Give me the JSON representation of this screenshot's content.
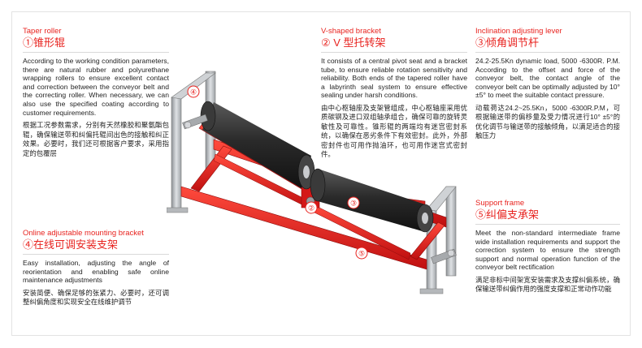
{
  "sections": {
    "taper": {
      "title_en": "Taper roller",
      "title_cn": "①锥形辊",
      "body_en": "According to the working condition parameters, there are natural rubber and polyurethane wrapping rollers to ensure excellent contact and correction between the conveyor belt and the correcting roller. When necessary, we can also use the specified coating according to customer requirements.",
      "body_cn": "根据工况参数需求，分别有天然橡胶和聚氨酯包辊，确保输送带和纠偏托辊间出色的接触和纠正效果。必要时，我们还可根据客户要求，采用指定的包覆层"
    },
    "vbracket": {
      "title_en": "V-shaped bracket",
      "title_cn": "② V 型托转架",
      "body_en": "It consists of a central pivot seat and a bracket tube, to ensure reliable rotation sensitivity and reliability. Both ends of the tapered roller have a labyrinth seal system to ensure effective sealing under harsh conditions.",
      "body_cn": "由中心枢轴座及支架管组成，中心枢轴座采用优质碳钢及进口双组轴承组合，确保可靠的旋转灵敏性及可靠性。锥形辊的两端均有迷宫密封系统，以确保在恶劣条件下有效密封。此外，外部密封件也可用作抛油环，也可用作迷宫式密封件。"
    },
    "lever": {
      "title_en": "Inclination adjusting lever",
      "title_cn": "③倾角调节杆",
      "body_en": "24.2-25.5Kn dynamic load, 5000 -6300R. P.M. According to the offset and force of the conveyor belt, the contact angle of the conveyor belt can be optimally adjusted by 10°±5° to meet the suitable contact pressure.",
      "body_cn": "动载荷达24.2~25.5Kn，5000 -6300R.P.M，可根据输送带的偏移量及受力情况进行10° ±5°的优化调节与输送带的接触倾角，以满足适合的接触压力"
    },
    "mounting": {
      "title_en": "Online adjustable mounting bracket",
      "title_cn": "④在线可调安装支架",
      "body_en": "Easy installation, adjusting the angle of reorientation and enabling safe online maintenance adjustments",
      "body_cn": "安装简便、确保足够的张紧力、必要时，还可调整纠偏角度和实现安全在线维护调节"
    },
    "support": {
      "title_en": "Support frame",
      "title_cn": "⑤纠偏支承架",
      "body_en": "Meet the non-standard intermediate frame wide installation requirements and support the correction system to ensure the strength support and normal operation function of the conveyor belt rectification",
      "body_cn": "满足非标中间架宽安装需求及支撑纠偏系统，确保输送带纠偏作用的强度支撑和正常动作功能"
    }
  },
  "callouts": [
    "④",
    "②",
    "③",
    "⑤"
  ],
  "colors": {
    "accent": "#e8231f",
    "frame_red": "#e01b1b",
    "roller_dark": "#262626",
    "steel": "#b9bcc0"
  }
}
